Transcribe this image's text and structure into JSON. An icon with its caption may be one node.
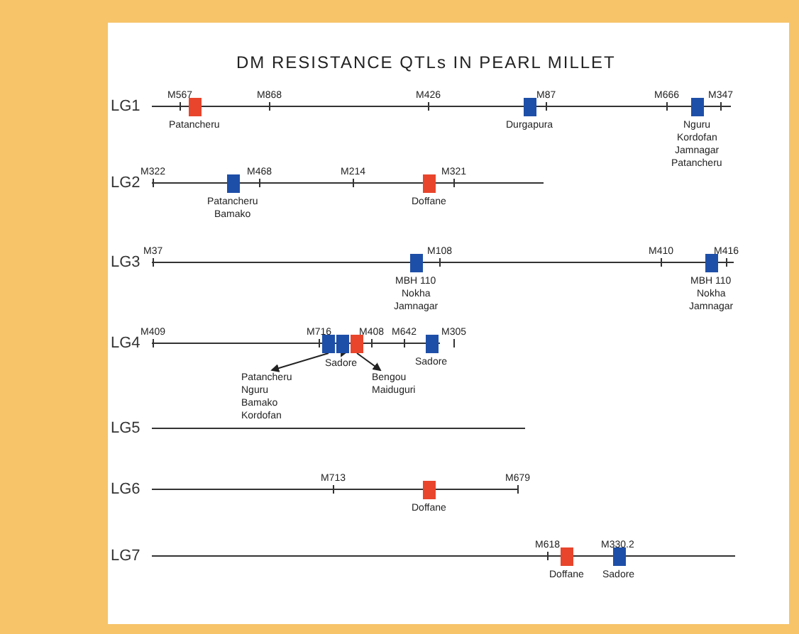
{
  "diagram": {
    "title": "DM RESISTANCE QTLs IN PEARL MILLET",
    "nodes": [
      {
        "text": [],
        "shape": "box",
        "beside": [
          "Patancheru"
        ]
      },
      {
        "text": [],
        "shape": "box",
        "beside": [
          "Durgapura"
        ]
      },
      {
        "text": [],
        "shape": "box",
        "beside": [
          "Nguru",
          "Kordofan",
          "Jamnagar",
          "Patancheru"
        ]
      },
      {
        "text": [],
        "shape": "box",
        "beside": [
          "Patancheru",
          "Bamako"
        ]
      },
      {
        "text": [],
        "shape": "box",
        "beside": [
          "Doffane"
        ]
      },
      {
        "text": [],
        "shape": "box",
        "beside": [
          "MBH 110",
          "Nokha",
          "Jamnagar"
        ]
      },
      {
        "text": [],
        "shape": "box",
        "beside": [
          "MBH 110",
          "Nokha",
          "Jamnagar"
        ]
      },
      {
        "text": [],
        "shape": "box"
      },
      {
        "text": [],
        "shape": "box"
      },
      {
        "text": [],
        "shape": "box"
      },
      {
        "text": [],
        "shape": "box",
        "beside": [
          "Sadore"
        ]
      },
      {
        "text": [
          "Sadore"
        ]
      },
      {
        "text": [
          "Patancheru",
          "Nguru",
          "Bamako",
          "Kordofan"
        ]
      },
      {
        "text": [
          "Bengou",
          "Maiduguri"
        ]
      },
      {
        "text": [],
        "shape": "box",
        "beside": [
          "Doffane"
        ]
      },
      {
        "text": [],
        "shape": "box",
        "beside": [
          "Doffane"
        ]
      },
      {
        "text": [],
        "shape": "box",
        "beside": [
          "Sadore"
        ]
      }
    ],
    "edges": [
      {
        "from": 7,
        "to": 12,
        "arrow": "to"
      },
      {
        "from": 8,
        "to": 11,
        "arrow": "to"
      },
      {
        "from": 9,
        "to": 13,
        "arrow": "to"
      }
    ],
    "labels": [
      "M567",
      "M868",
      "M426",
      "M87",
      "M666",
      "M347",
      "LG1",
      "M322",
      "M468",
      "M214",
      "M321",
      "LG2",
      "M37",
      "M108",
      "M410",
      "M416",
      "LG3",
      "M409",
      "M716",
      "M408",
      "M642",
      "M305",
      "LG4",
      "LG5",
      "M713",
      "M679",
      "LG6",
      "M618",
      "M330.2",
      "LG7"
    ]
  }
}
